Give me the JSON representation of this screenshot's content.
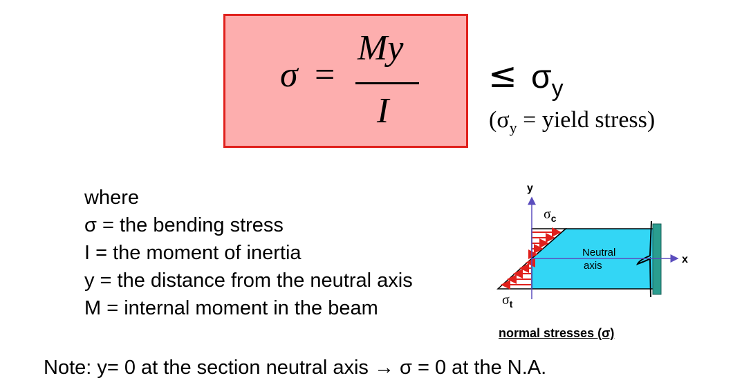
{
  "formula": {
    "sigma": "σ",
    "equals": "=",
    "numerator": "My",
    "denominator": "I",
    "leq": "≤",
    "limit_symbol": "σ",
    "limit_subscript": "y",
    "note_open": "(σ",
    "note_subscript": "y",
    "note_rest": " = yield stress)"
  },
  "definitions": {
    "heading": "where",
    "items": [
      "σ = the bending stress",
      "I = the moment of inertia",
      "y = the distance from the neutral axis",
      "M = internal moment in the beam"
    ]
  },
  "diagram": {
    "y_axis_label": "y",
    "x_axis_label": "x",
    "sigma_c": "σ",
    "sigma_c_sub": "c",
    "sigma_t": "σ",
    "sigma_t_sub": "t",
    "neutral_line1": "Neutral",
    "neutral_line2": "axis",
    "caption": "normal stresses (σ)"
  },
  "note": "Note: y= 0 at the section neutral axis → σ = 0 at the N.A.",
  "colors": {
    "box_fill": "#fdaeae",
    "box_border": "#e0201c",
    "beam_fill": "#33d6f5",
    "wall_fill": "#2a9d8f",
    "arrow_red": "#e0201c",
    "axis_blue": "#5b4dbd"
  }
}
